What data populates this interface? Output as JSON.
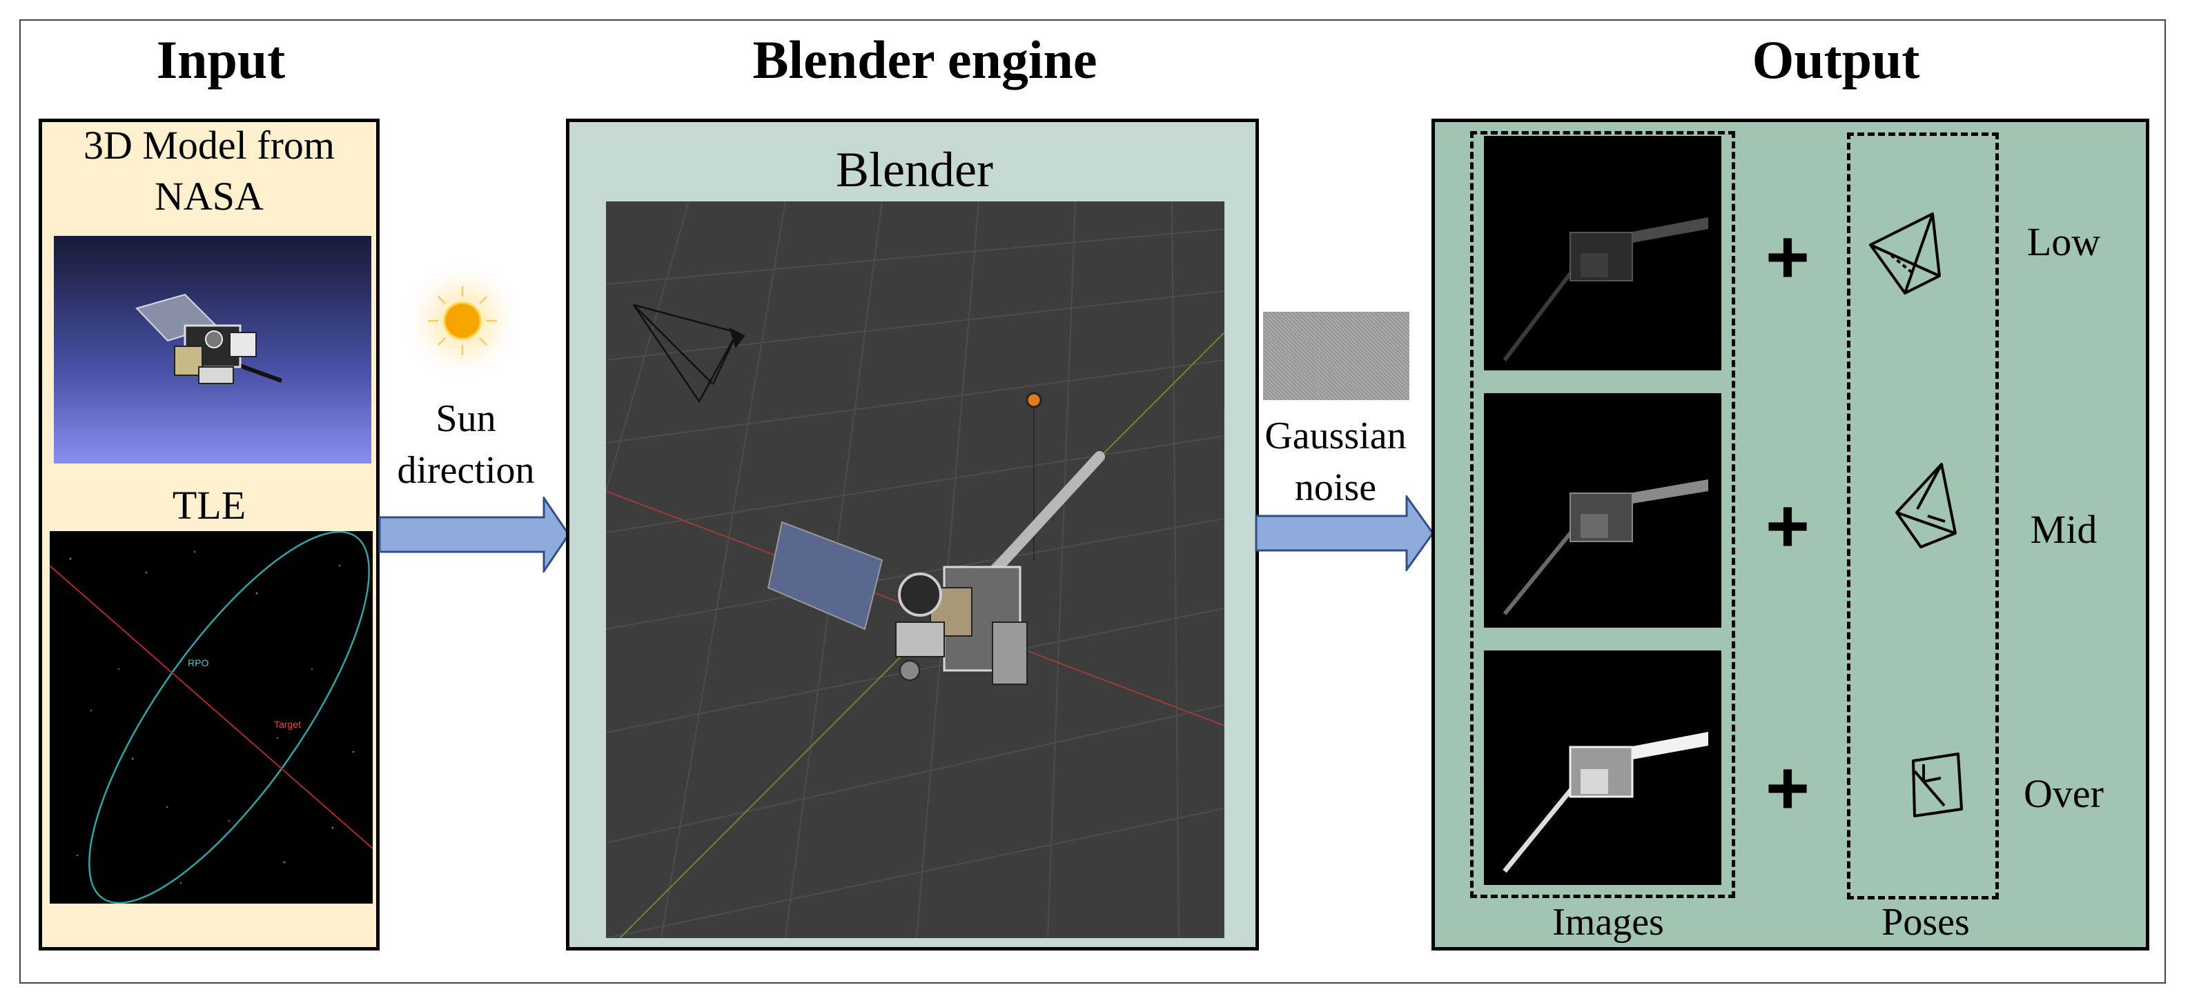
{
  "titles": {
    "input": "Input",
    "engine": "Blender engine",
    "output": "Output"
  },
  "input_panel": {
    "model_label_line1": "3D Model from",
    "model_label_line2": "NASA",
    "tle_label": "TLE",
    "orbit_label_rpo": "RPO",
    "orbit_label_target": "Target"
  },
  "sun": {
    "label_line1": "Sun",
    "label_line2": "direction"
  },
  "engine_panel": {
    "window_label": "Blender"
  },
  "noise": {
    "label_line1": "Gaussian",
    "label_line2": "noise"
  },
  "output_panel": {
    "images_label": "Images",
    "poses_label": "Poses",
    "rows": [
      {
        "plus": "+",
        "level": "Low"
      },
      {
        "plus": "+",
        "level": "Mid"
      },
      {
        "plus": "+",
        "level": "Over"
      }
    ]
  },
  "colors": {
    "input_bg": "#fdf0cf",
    "engine_bg": "#c5d8d1",
    "output_bg": "#a2c4b3",
    "arrow_fill": "#8fabdb",
    "arrow_stroke": "#2f4f8a",
    "viewport_bg": "#3d3d3d",
    "orbit_color": "#2aa6a6",
    "target_color": "#d42a2a"
  }
}
